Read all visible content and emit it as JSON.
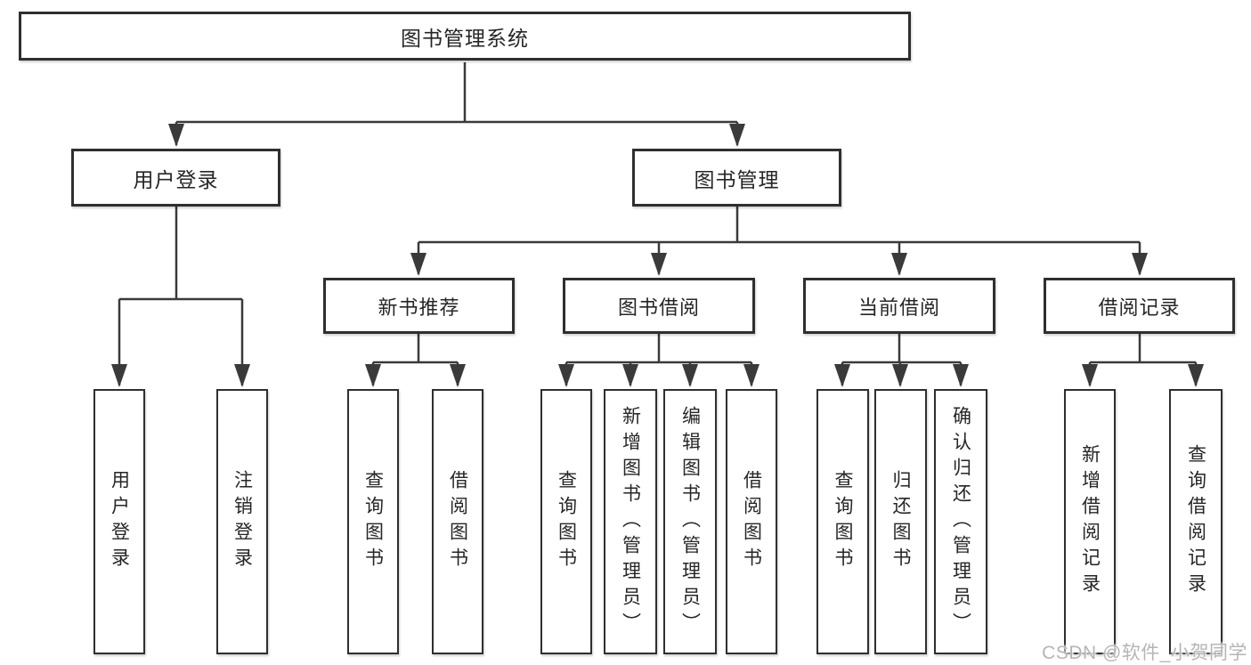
{
  "diagram": {
    "title": "图书管理系统",
    "root": {
      "label": "图书管理系统"
    },
    "level2": [
      {
        "label": "用户登录"
      },
      {
        "label": "图书管理"
      }
    ],
    "level3": [
      {
        "label": "新书推荐",
        "parent": "图书管理"
      },
      {
        "label": "图书借阅",
        "parent": "图书管理"
      },
      {
        "label": "当前借阅",
        "parent": "图书管理"
      },
      {
        "label": "借阅记录",
        "parent": "图书管理"
      }
    ],
    "leaves": [
      {
        "label": "用户登录",
        "parent": "用户登录"
      },
      {
        "label": "注销登录",
        "parent": "用户登录"
      },
      {
        "label": "查询图书",
        "parent": "新书推荐"
      },
      {
        "label": "借阅图书",
        "parent": "新书推荐"
      },
      {
        "label": "查询图书",
        "parent": "图书借阅"
      },
      {
        "label": "新增图书（管理员）",
        "parent": "图书借阅"
      },
      {
        "label": "编辑图书（管理员）",
        "parent": "图书借阅"
      },
      {
        "label": "借阅图书",
        "parent": "图书借阅"
      },
      {
        "label": "查询图书",
        "parent": "当前借阅"
      },
      {
        "label": "归还图书",
        "parent": "当前借阅"
      },
      {
        "label": "确认归还（管理员）",
        "parent": "当前借阅"
      },
      {
        "label": "新增借阅记录",
        "parent": "借阅记录"
      },
      {
        "label": "查询借阅记录",
        "parent": "借阅记录"
      }
    ]
  },
  "watermark": "CSDN @软件_小贺同学",
  "colors": {
    "line": "#3a3a3a",
    "box_border": "#2f2f2f",
    "text": "#262626",
    "watermark": "#b5b5b5",
    "background": "#ffffff"
  }
}
